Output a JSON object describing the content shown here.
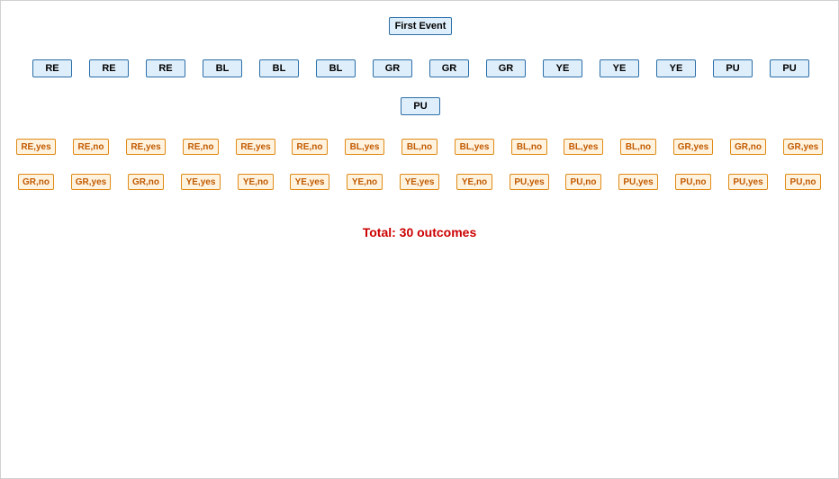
{
  "root": {
    "label": "First Event"
  },
  "first_level": [
    "RE",
    "RE",
    "RE",
    "BL",
    "BL",
    "BL",
    "GR",
    "GR",
    "GR",
    "YE",
    "YE",
    "YE",
    "PU",
    "PU",
    "PU"
  ],
  "outcomes_row1": [
    "RE,yes",
    "RE,no",
    "RE,yes",
    "RE,no",
    "RE,yes",
    "RE,no",
    "BL,yes",
    "BL,no",
    "BL,yes",
    "BL,no",
    "BL,yes",
    "BL,no",
    "GR,yes",
    "GR,no",
    "GR,yes"
  ],
  "outcomes_row2": [
    "GR,no",
    "GR,yes",
    "GR,no",
    "YE,yes",
    "YE,no",
    "YE,yes",
    "YE,no",
    "YE,yes",
    "YE,no",
    "PU,yes",
    "PU,no",
    "PU,yes",
    "PU,no",
    "PU,yes",
    "PU,no"
  ],
  "total_label": "Total: 30 outcomes",
  "colors": {
    "event_fill": "#deeefa",
    "event_border": "#2c6fa8",
    "outcome_fill": "#fff3df",
    "outcome_border": "#e08a16",
    "outcome_text": "#c25a00",
    "total_text": "#cc0000"
  }
}
